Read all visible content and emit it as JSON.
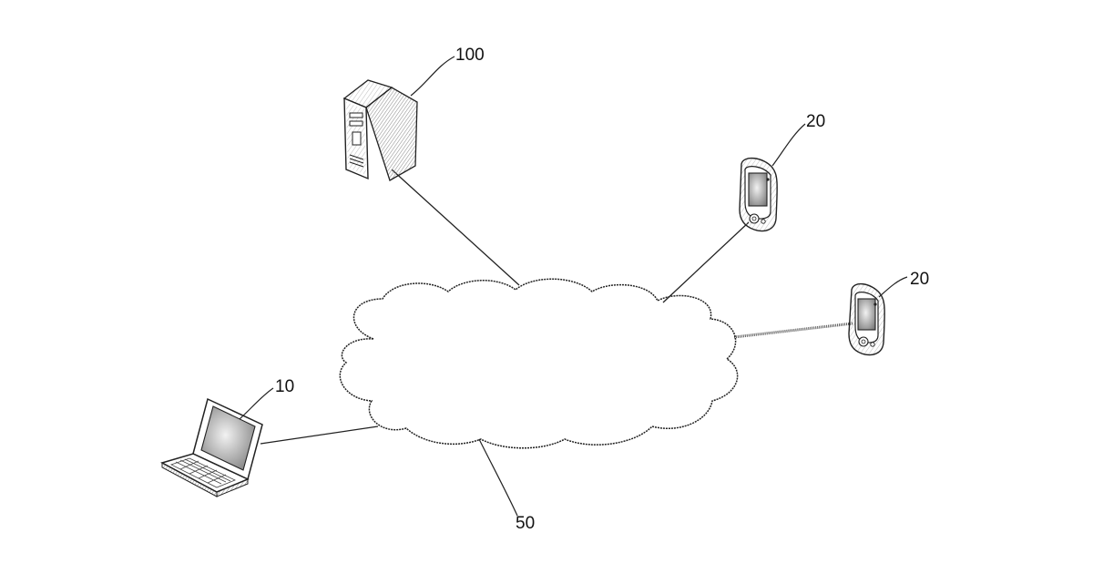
{
  "figure": {
    "nodes": [
      {
        "id": "server",
        "label": "100",
        "icon": "server-tower-icon"
      },
      {
        "id": "mobile-top",
        "label": "20",
        "icon": "handheld-device-icon"
      },
      {
        "id": "mobile-right",
        "label": "20",
        "icon": "handheld-device-icon"
      },
      {
        "id": "laptop",
        "label": "10",
        "icon": "laptop-icon"
      },
      {
        "id": "network",
        "label": "50",
        "icon": "cloud-network-icon"
      }
    ],
    "edges": [
      {
        "from": "server",
        "to": "network"
      },
      {
        "from": "mobile-top",
        "to": "network"
      },
      {
        "from": "mobile-right",
        "to": "network"
      },
      {
        "from": "laptop",
        "to": "network"
      }
    ]
  },
  "colors": {
    "ink": "#222222",
    "background": "#ffffff",
    "hatch": "#9a9a9a"
  }
}
